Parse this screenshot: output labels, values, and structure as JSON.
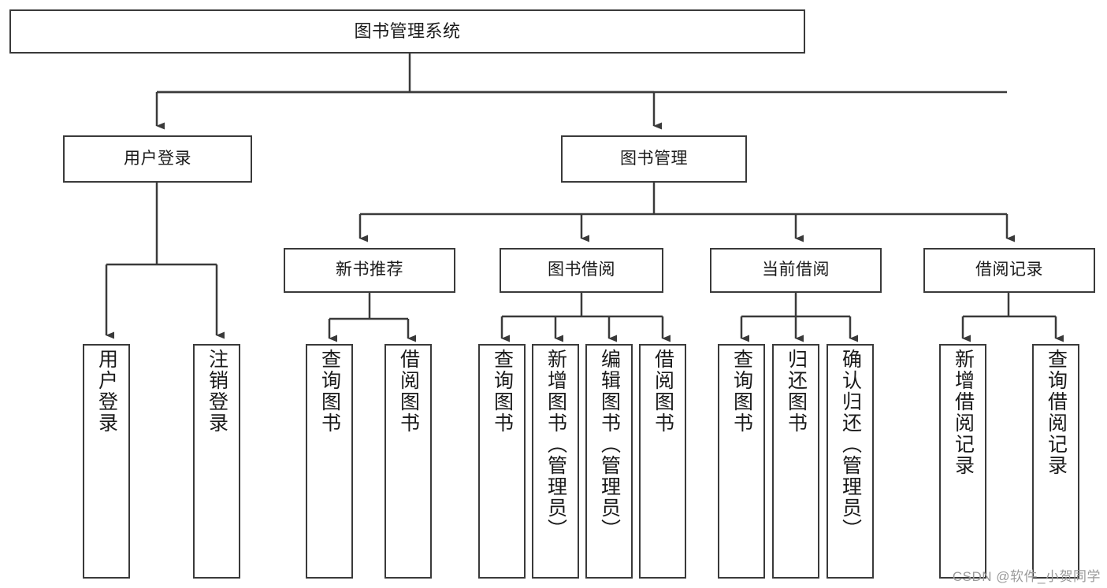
{
  "diagram": {
    "title": "图书管理系统",
    "watermark": "CSDN @软件_小贺同学",
    "line_color": "#3a3a3a",
    "box_fill": "#ffffff",
    "text_color": "#1a1a1a",
    "watermark_color": "#9a9a9a",
    "levels": {
      "level1": [
        {
          "id": "root",
          "label": "图书管理系统"
        }
      ],
      "level2": [
        {
          "id": "user-login",
          "label": "用户登录"
        },
        {
          "id": "book-manage",
          "label": "图书管理"
        }
      ],
      "level3": [
        {
          "id": "new-book-rec",
          "label": "新书推荐",
          "parent": "book-manage"
        },
        {
          "id": "book-borrow",
          "label": "图书借阅",
          "parent": "book-manage"
        },
        {
          "id": "current-borrow",
          "label": "当前借阅",
          "parent": "book-manage"
        },
        {
          "id": "borrow-record",
          "label": "借阅记录",
          "parent": "book-manage"
        }
      ],
      "leaves": [
        {
          "id": "leaf-user-login",
          "label": "用户登录",
          "parent": "user-login"
        },
        {
          "id": "leaf-logout",
          "label": "注销登录",
          "parent": "user-login"
        },
        {
          "id": "leaf-query-book-1",
          "label": "查询图书",
          "parent": "new-book-rec"
        },
        {
          "id": "leaf-borrow-book-1",
          "label": "借阅图书",
          "parent": "new-book-rec"
        },
        {
          "id": "leaf-query-book-2",
          "label": "查询图书",
          "parent": "book-borrow"
        },
        {
          "id": "leaf-add-book",
          "label": "新增图书（管理员）",
          "parent": "book-borrow"
        },
        {
          "id": "leaf-edit-book",
          "label": "编辑图书（管理员）",
          "parent": "book-borrow"
        },
        {
          "id": "leaf-borrow-book-2",
          "label": "借阅图书",
          "parent": "book-borrow"
        },
        {
          "id": "leaf-query-book-3",
          "label": "查询图书",
          "parent": "current-borrow"
        },
        {
          "id": "leaf-return-book",
          "label": "归还图书",
          "parent": "current-borrow"
        },
        {
          "id": "leaf-confirm-return",
          "label": "确认归还（管理员）",
          "parent": "current-borrow"
        },
        {
          "id": "leaf-add-record",
          "label": "新增借阅记录",
          "parent": "borrow-record"
        },
        {
          "id": "leaf-query-record",
          "label": "查询借阅记录",
          "parent": "borrow-record"
        }
      ]
    }
  }
}
